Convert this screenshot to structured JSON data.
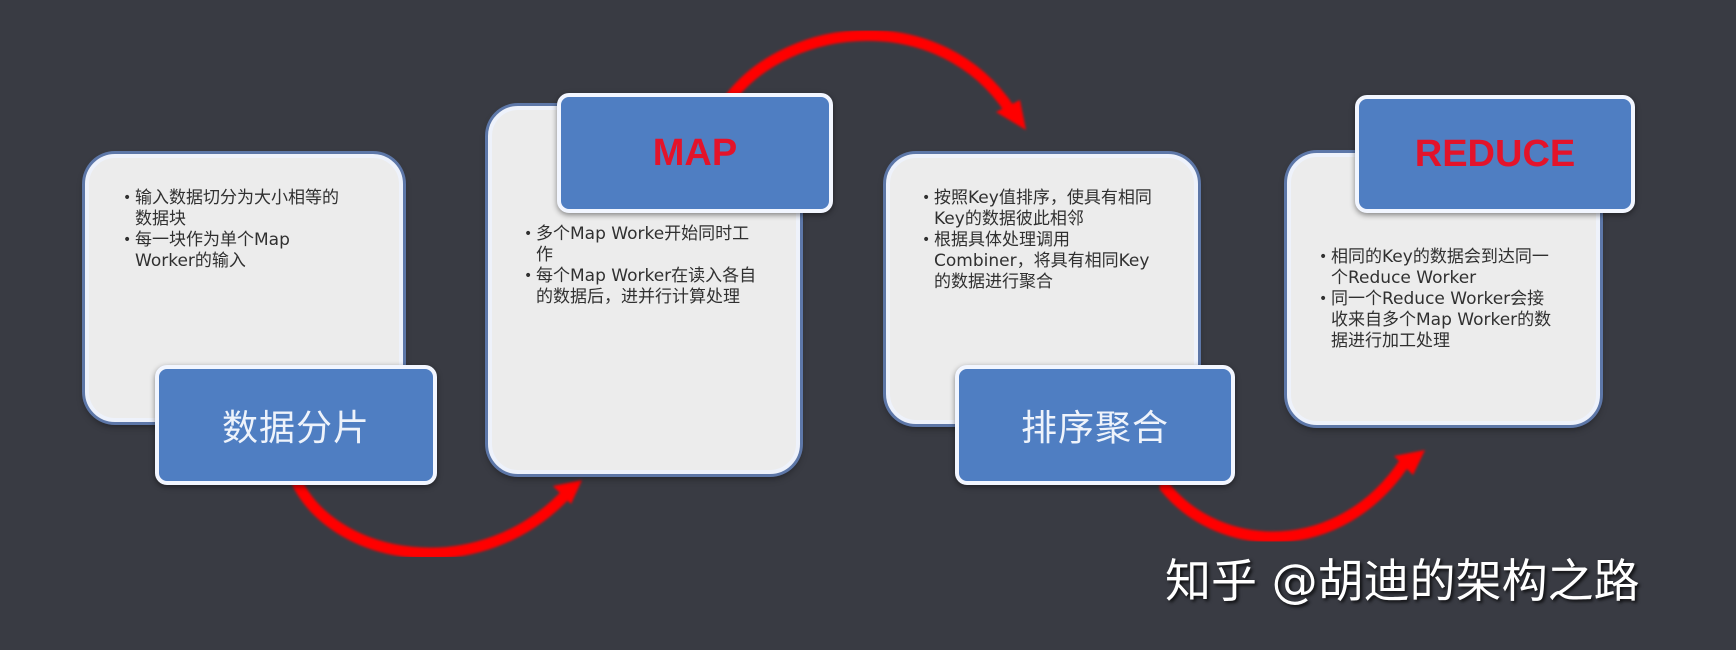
{
  "diagram": {
    "title_hidden": "",
    "colors": {
      "background": "#393b43",
      "card_fill": "#ececec",
      "label_fill": "#4f7ec2",
      "arrow": "#ff0000",
      "label_text_cn": "#eef3fb",
      "label_text_en": "#e3132a"
    },
    "stages": [
      {
        "label": "数据分片",
        "label_style": "cn",
        "bullets": [
          "输入数据切分为大小相等的数据块",
          "每一块作为单个Map Worker的输入"
        ]
      },
      {
        "label": "MAP",
        "label_style": "en",
        "bullets": [
          "多个Map Worke开始同时工作",
          "每个Map Worker在读入各自的数据后，进并行计算处理"
        ]
      },
      {
        "label": "排序聚合",
        "label_style": "cn",
        "bullets": [
          "按照Key值排序，使具有相同Key的数据彼此相邻",
          "根据具体处理调用Combiner，将具有相同Key的数据进行聚合"
        ]
      },
      {
        "label": "REDUCE",
        "label_style": "en",
        "bullets": [
          "相同的Key的数据会到达同一个Reduce Worker",
          "同一个Reduce Worker会接收来自多个Map Worker的数据进行加工处理"
        ]
      }
    ],
    "arrows": [
      {
        "from": "数据分片",
        "to": "MAP",
        "direction": "curve-under"
      },
      {
        "from": "MAP",
        "to": "排序聚合",
        "direction": "curve-over"
      },
      {
        "from": "排序聚合",
        "to": "REDUCE",
        "direction": "curve-under"
      }
    ],
    "watermark": "知乎 @胡迪的架构之路"
  }
}
